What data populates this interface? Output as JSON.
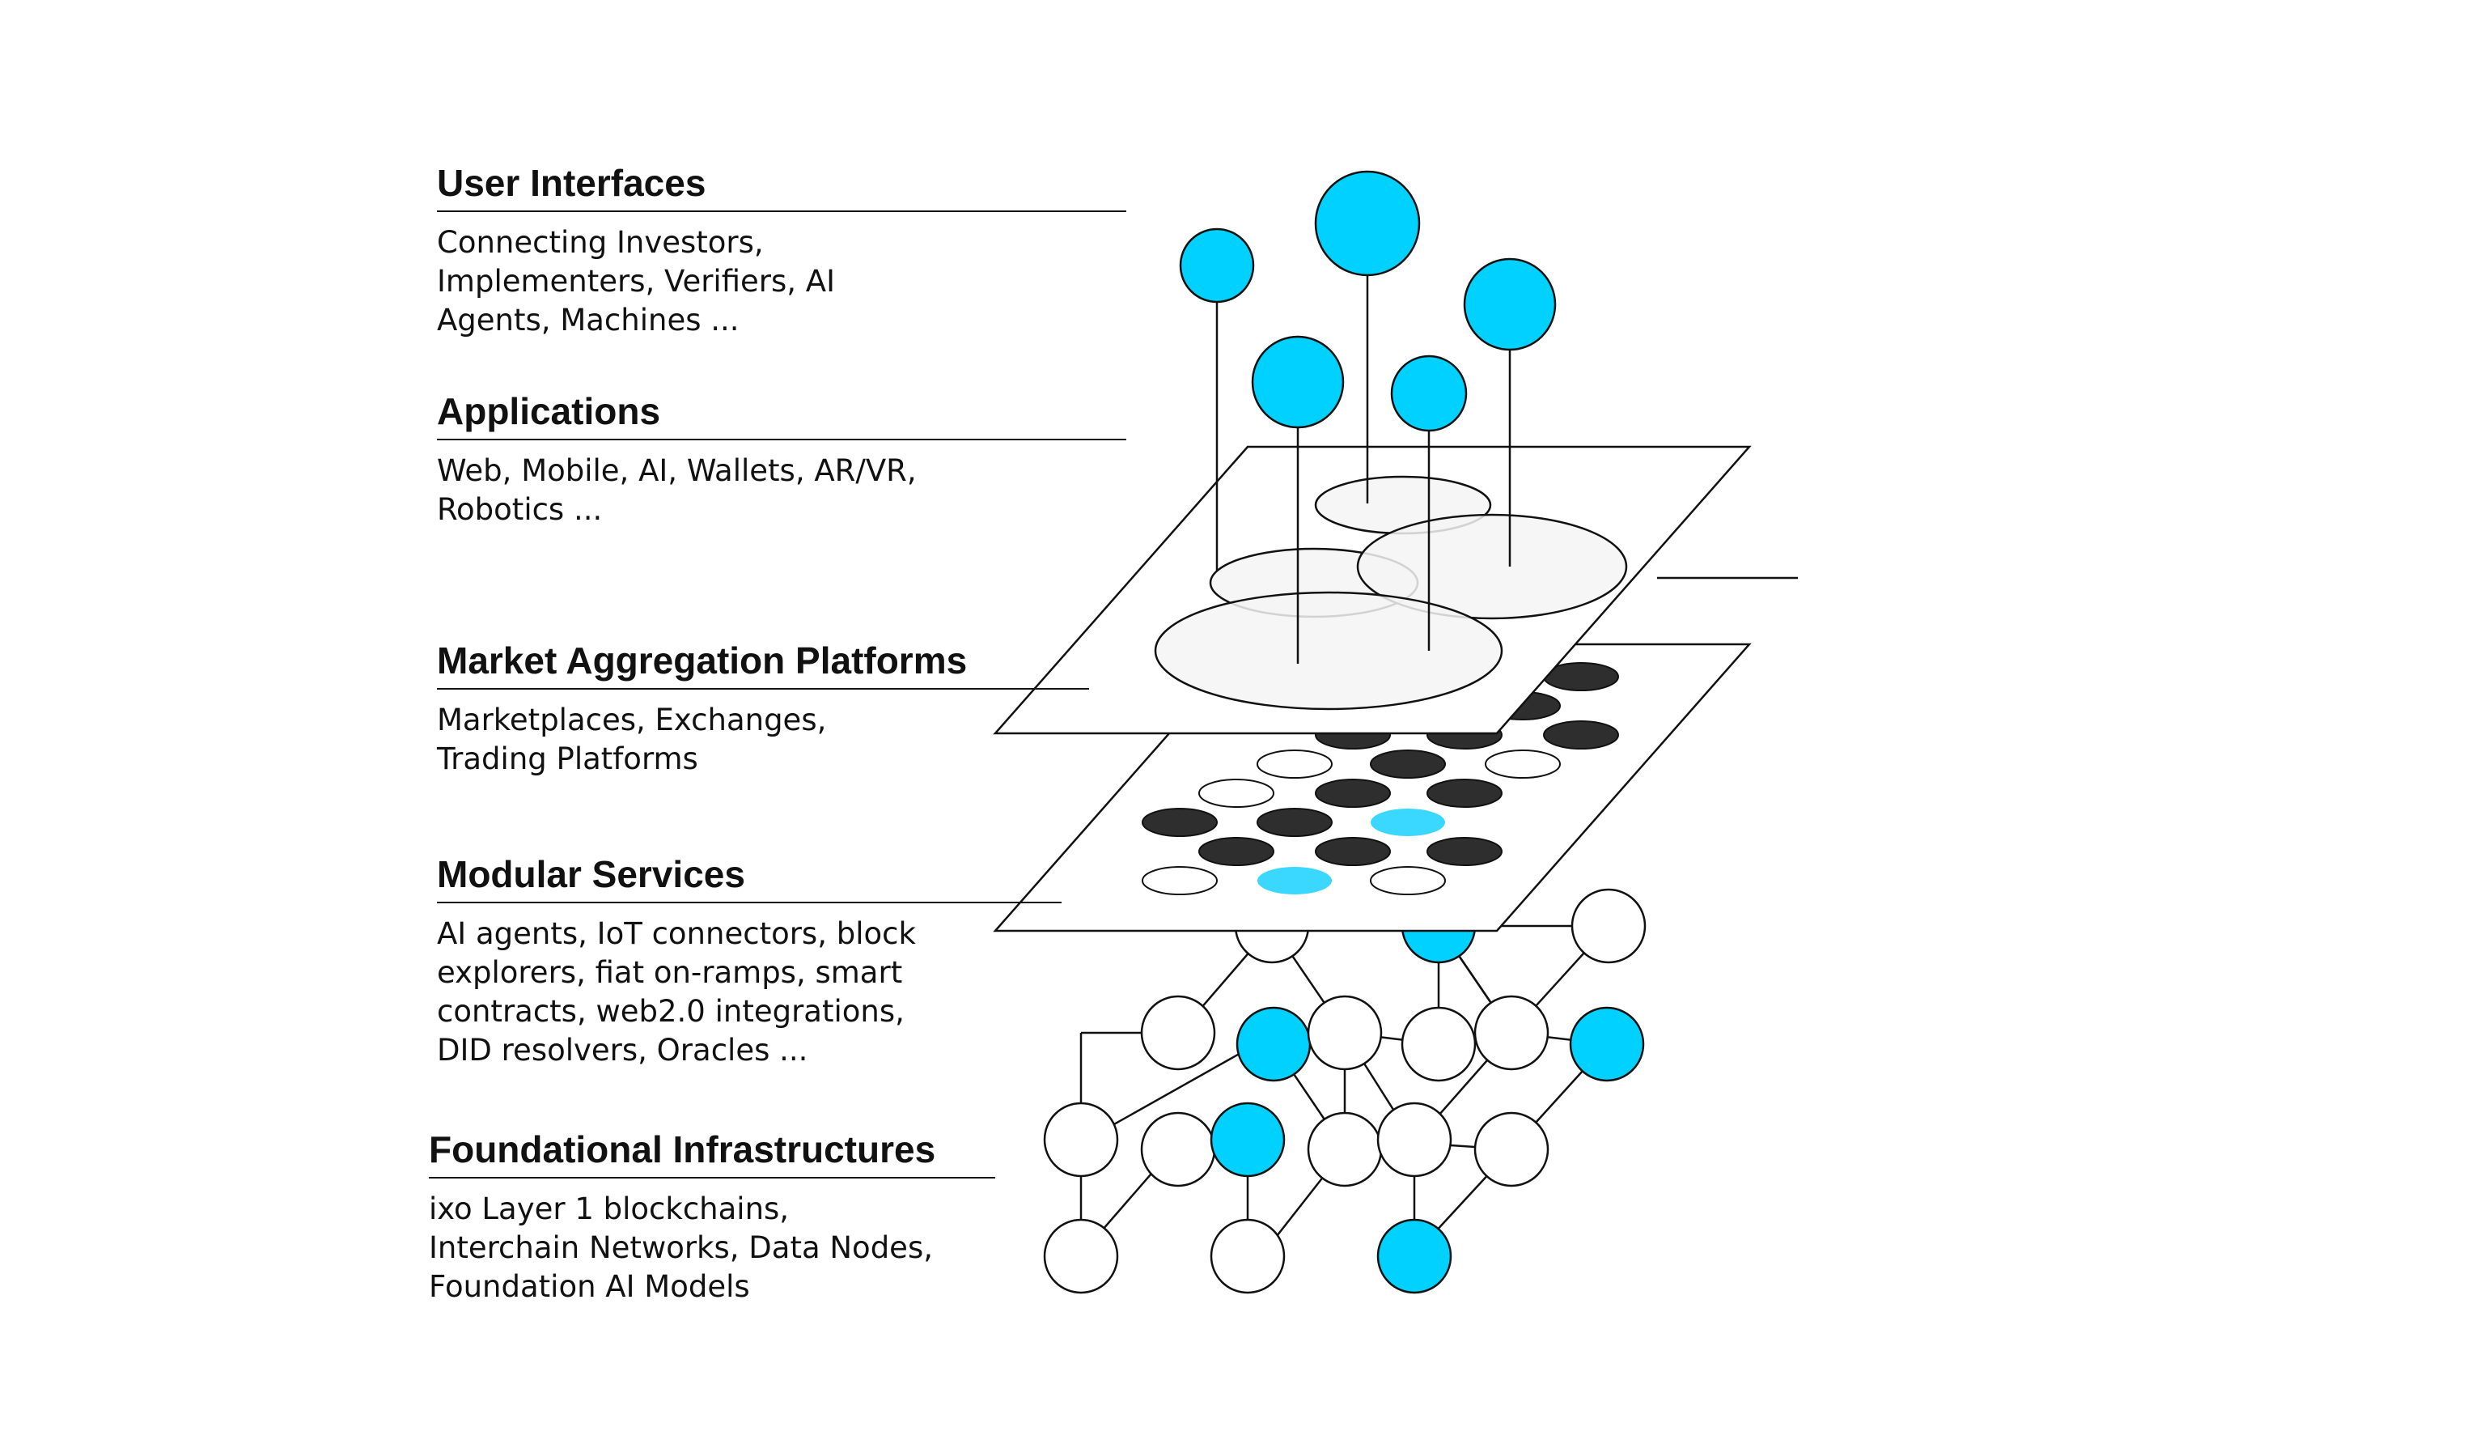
{
  "colors": {
    "accent": "#00d1ff",
    "dark_node": "#2e2e2e",
    "line": "#111111",
    "plane_fill": "#ffffff",
    "ellipse_fill": "#f4f4f4"
  },
  "layers": [
    {
      "title": "User Interfaces",
      "description": "Connecting Investors,\nImplementers, Verifiers, AI\nAgents, Machines  ..."
    },
    {
      "title": "Applications",
      "description": "Web, Mobile, AI, Wallets, AR/VR,\nRobotics ..."
    },
    {
      "title": "Market Aggregation Platforms",
      "description": "Marketplaces, Exchanges,\nTrading Platforms"
    },
    {
      "title": "Modular Services",
      "description": "AI agents, IoT connectors, block\nexplorers, fiat on-ramps, smart\ncontracts, web2.0 integrations,\nDID resolvers, Oracles ..."
    },
    {
      "title": "Foundational Infrastructures",
      "description": "ixo Layer 1 blockchains,\nInterchain Networks, Data Nodes,\nFoundation AI Models"
    }
  ]
}
